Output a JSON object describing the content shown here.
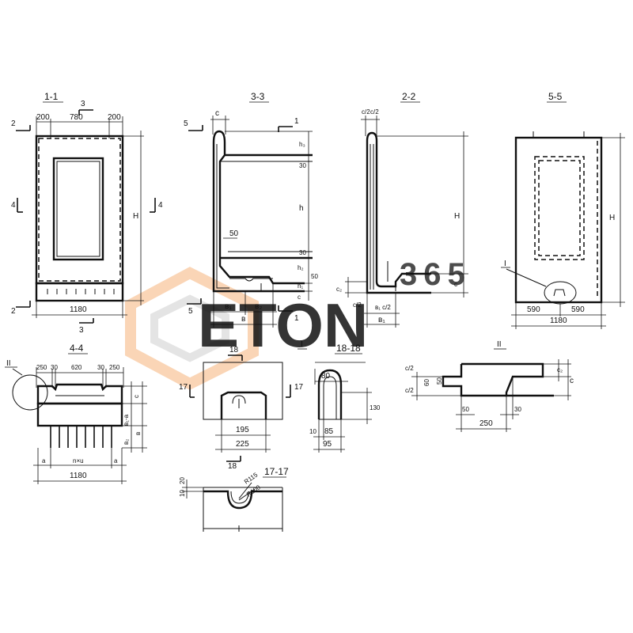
{
  "colors": {
    "line": "#111111",
    "watermark_orange": "#f5b27a",
    "watermark_gray": "#dcdcdc"
  },
  "watermark": {
    "brand": "ETON",
    "number": "365"
  },
  "section_1_1": {
    "title": "1-1",
    "dims_top": [
      "200",
      "780",
      "200"
    ],
    "dim_bottom": "1180",
    "height": "H",
    "cut_labels": [
      "2",
      "3",
      "4",
      "4",
      "2",
      "3"
    ]
  },
  "section_3_3": {
    "title": "3-3",
    "dim_c": "c",
    "dim_h3": "h₃",
    "dim_30_top": "30",
    "dim_h": "h",
    "dim_30_bottom": "30",
    "dim_50": "50",
    "dim_h2": "h₂",
    "dim_50_small": "50",
    "dim_h1": "h₁",
    "dim_c_lower": "c",
    "dim_b1": "в₁",
    "dim_b2": "в₂",
    "dim_b": "в",
    "cut_labels": [
      "5",
      "1",
      "5",
      "1"
    ]
  },
  "section_2_2": {
    "title": "2-2",
    "dims_top": [
      "c/2",
      "c/2"
    ],
    "height": "H",
    "dim_c2_left": "c₂",
    "dim_c2_frac": "c/2",
    "dim_c": "c",
    "dim_b1_frac": "в₁  c/2",
    "dim_b1": "в₁"
  },
  "section_5_5": {
    "title": "5-5",
    "dims_bottom": [
      "590",
      "590"
    ],
    "dim_total": "1180",
    "height": "H",
    "callout": "I"
  },
  "section_4_4": {
    "title": "4-4",
    "dims_top": [
      "250",
      "30",
      "620",
      "30",
      "250"
    ],
    "dim_c": "c",
    "dim_b1_a": "в₁-a",
    "dim_b2": "в₂",
    "dim_b": "в",
    "dim_a_left": "a",
    "dim_nxu": "n×u",
    "dim_a_right": "a",
    "dim_total": "1180",
    "callout": "II"
  },
  "detail_I": {
    "title": "I",
    "cut_18": "18",
    "cut_17": "17",
    "dim_195": "195",
    "dim_225": "225"
  },
  "section_18_18": {
    "title": "18-18",
    "dim_80": "80",
    "dim_130": "130",
    "dim_10": "10",
    "dim_85": "85",
    "dim_95": "95"
  },
  "detail_II": {
    "title": "II",
    "dim_c2_frac_top": "c/2",
    "dim_c2": "c₂",
    "dim_60": "60",
    "dim_50": "50",
    "dim_c2_frac_bottom": "c/2",
    "dim_c": "c",
    "dim_50_bottom": "50",
    "dim_30": "30",
    "dim_250": "250"
  },
  "section_17_17": {
    "title": "17-17",
    "dim_10": "10",
    "dim_20": "20",
    "dim_r115": "R115",
    "dim_r100": "R100"
  }
}
